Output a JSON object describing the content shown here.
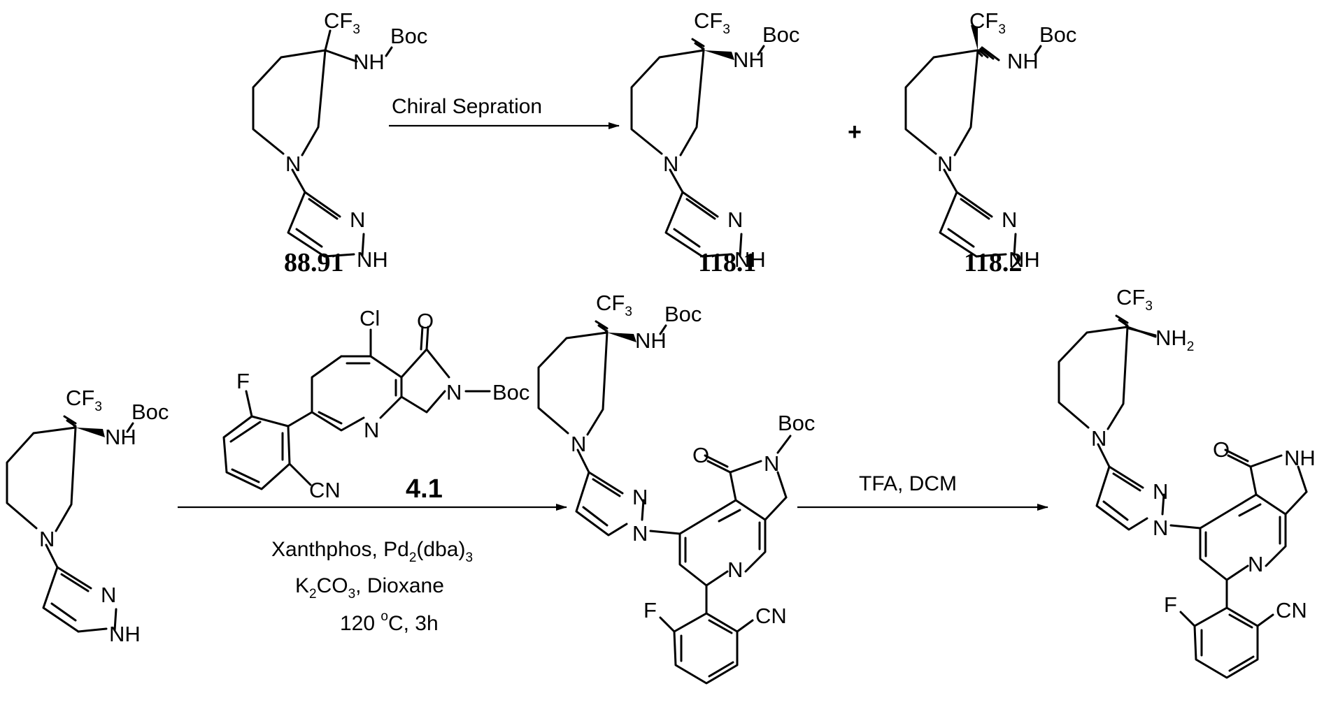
{
  "labels": {
    "cf3": "CF",
    "three": "3",
    "boc": "Boc",
    "nh": "NH",
    "n": "N",
    "h": "H",
    "nh_pyr": "NH",
    "nh2": "NH",
    "two": "2",
    "cl": "Cl",
    "o": "O",
    "f": "F",
    "cn": "CN"
  },
  "compounds": {
    "start": "88.91",
    "enantiomer_1": "118.1",
    "enantiomer_2": "118.2",
    "coupling_partner": "4.1"
  },
  "plus_sign": "+",
  "step1": {
    "reagent": "Chiral Sepration"
  },
  "step2": {
    "line1_a": "Xanthphos, Pd",
    "line1_sub1": "2",
    "line1_b": "(dba)",
    "line1_sub2": "3",
    "line2_a": "K",
    "line2_sub1": "2",
    "line2_b": "CO",
    "line2_sub2": "3",
    "line2_c": ", Dioxane",
    "line3_a": "120 ",
    "line3_sup": "o",
    "line3_b": "C, 3h"
  },
  "step3": {
    "reagent": "TFA, DCM"
  }
}
